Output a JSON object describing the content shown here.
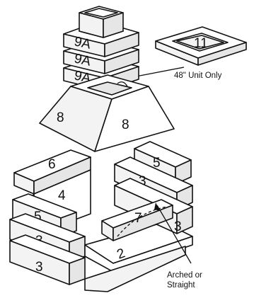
{
  "parts": {
    "chimney_1": "9A",
    "chimney_2": "9A",
    "chimney_3": "9A",
    "top_cap": "11",
    "hood_left": "8",
    "hood_right": "8",
    "lintel_left": "6",
    "side_left": "4",
    "brick_left_top": "5",
    "brick_left_mid": "3",
    "brick_left_bottom": "3",
    "brick_right_top": "5",
    "brick_right_mid": "3",
    "brick_right_bottom": "3",
    "baffle": "7",
    "floor": "2"
  },
  "notes": {
    "unit_note": "48\" Unit Only",
    "arched_line1": "Arched or",
    "arched_line2": "Straight"
  }
}
